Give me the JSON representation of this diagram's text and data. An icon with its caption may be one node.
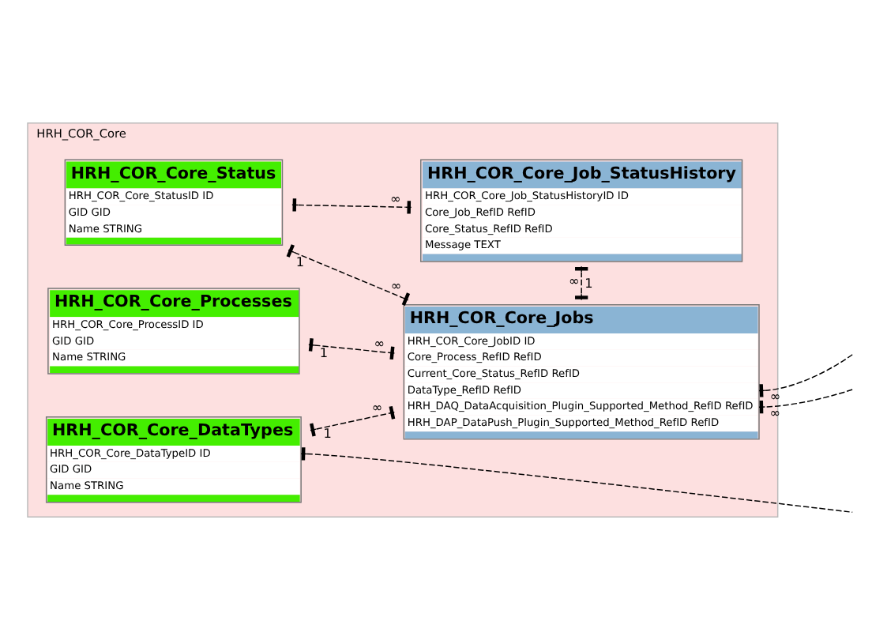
{
  "diagram": {
    "nodes": [
      {
        "text": [
          "HRH_COR_Core"
        ]
      },
      {
        "text": [
          "HRH_COR_Core_Processes",
          "HRH_COR_Core_ProcessID ID",
          "GID GID",
          "Name STRING"
        ],
        "in": 0
      },
      {
        "text": [
          "HRH_COR_Core_Jobs",
          "HRH_COR_Core_JobID ID",
          "Core_Process_RefID RefID",
          "Current_Core_Status_RefID RefID",
          "DataType_RefID RefID",
          "HRH_DAQ_DataAcquisition_Plugin_Supported_Method_RefID RefID",
          "HRH_DAP_DataPush_Plugin_Supported_Method_RefID RefID"
        ],
        "in": 0
      },
      {
        "text": [
          "HRH_COR_Core_Status",
          "HRH_COR_Core_StatusID ID",
          "GID GID",
          "Name STRING"
        ],
        "in": 0
      },
      {
        "text": [
          "HRH_COR_Core_Job_StatusHistory",
          "HRH_COR_Core_Job_StatusHistoryID ID",
          "Core_Job_RefID RefID",
          "Core_Status_RefID RefID",
          "Message TEXT"
        ],
        "in": 0
      },
      {
        "text": [
          "HRH_COR_Core_DataTypes",
          "HRH_COR_Core_DataTypeID ID",
          "GID GID",
          "Name STRING"
        ],
        "in": 0
      }
    ],
    "edges": [
      {
        "from": 1,
        "to": 2,
        "arrow": "other",
        "style": "dashed"
      },
      {
        "from": 3,
        "to": 2,
        "arrow": "other",
        "style": "dashed"
      },
      {
        "from": 5,
        "to": 2,
        "arrow": "other",
        "style": "dashed"
      },
      {
        "from": 3,
        "to": 4,
        "arrow": "other",
        "style": "dashed"
      },
      {
        "from": 2,
        "to": 4,
        "arrow": "other",
        "style": "dashed"
      },
      {
        "from": null,
        "to": 2,
        "arrow": "other",
        "style": "dashed"
      },
      {
        "from": null,
        "to": 2,
        "arrow": "other",
        "style": "dashed"
      },
      {
        "from": 5,
        "to": null,
        "arrow": "other",
        "style": "dashed"
      }
    ],
    "labels": [
      "1",
      "1",
      "∞",
      "∞",
      "∞",
      "∞",
      "∞",
      "1",
      "∞",
      "∞",
      "1"
    ]
  }
}
